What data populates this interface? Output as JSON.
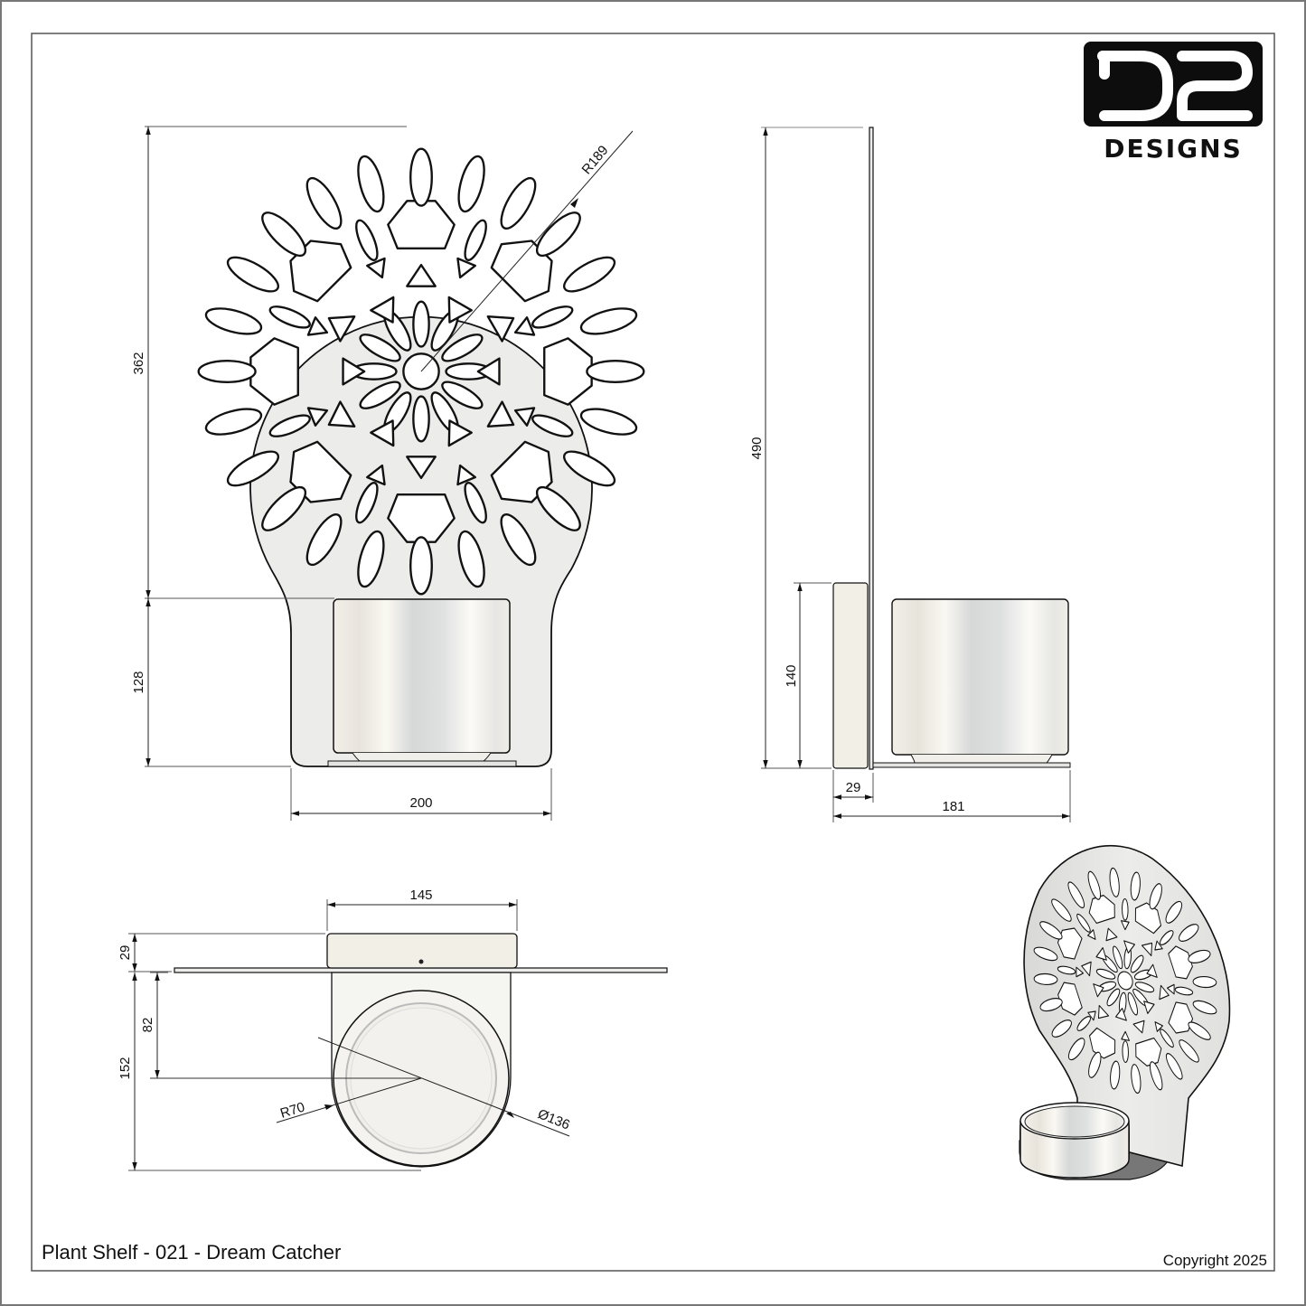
{
  "sheet": {
    "title": "Plant Shelf - 021 - Dream Catcher",
    "copyright": "Copyright 2025",
    "colors": {
      "background": "#ffffff",
      "frame": "#555555",
      "plate_fill": "#ececea",
      "outline": "#111111",
      "dimension_line": "#222222",
      "logo_bg": "#0d0d0d",
      "logo_fg": "#ffffff"
    }
  },
  "logo": {
    "mark": "D2",
    "wordmark": "DESIGNS"
  },
  "views": {
    "front": {
      "radius_label": "R189",
      "height_upper_label": "362",
      "height_lower_label": "128",
      "width_label": "200"
    },
    "side": {
      "total_height_label": "490",
      "bracket_height_label": "140",
      "depth_back_label": "29",
      "depth_total_label": "181"
    },
    "top": {
      "holder_width_label": "145",
      "back_depth_label": "29",
      "center_offset_label": "82",
      "total_depth_label": "152",
      "inner_radius_label": "R70",
      "diameter_label": "Ø136"
    },
    "isometric": {
      "name": "isometric-view"
    }
  }
}
